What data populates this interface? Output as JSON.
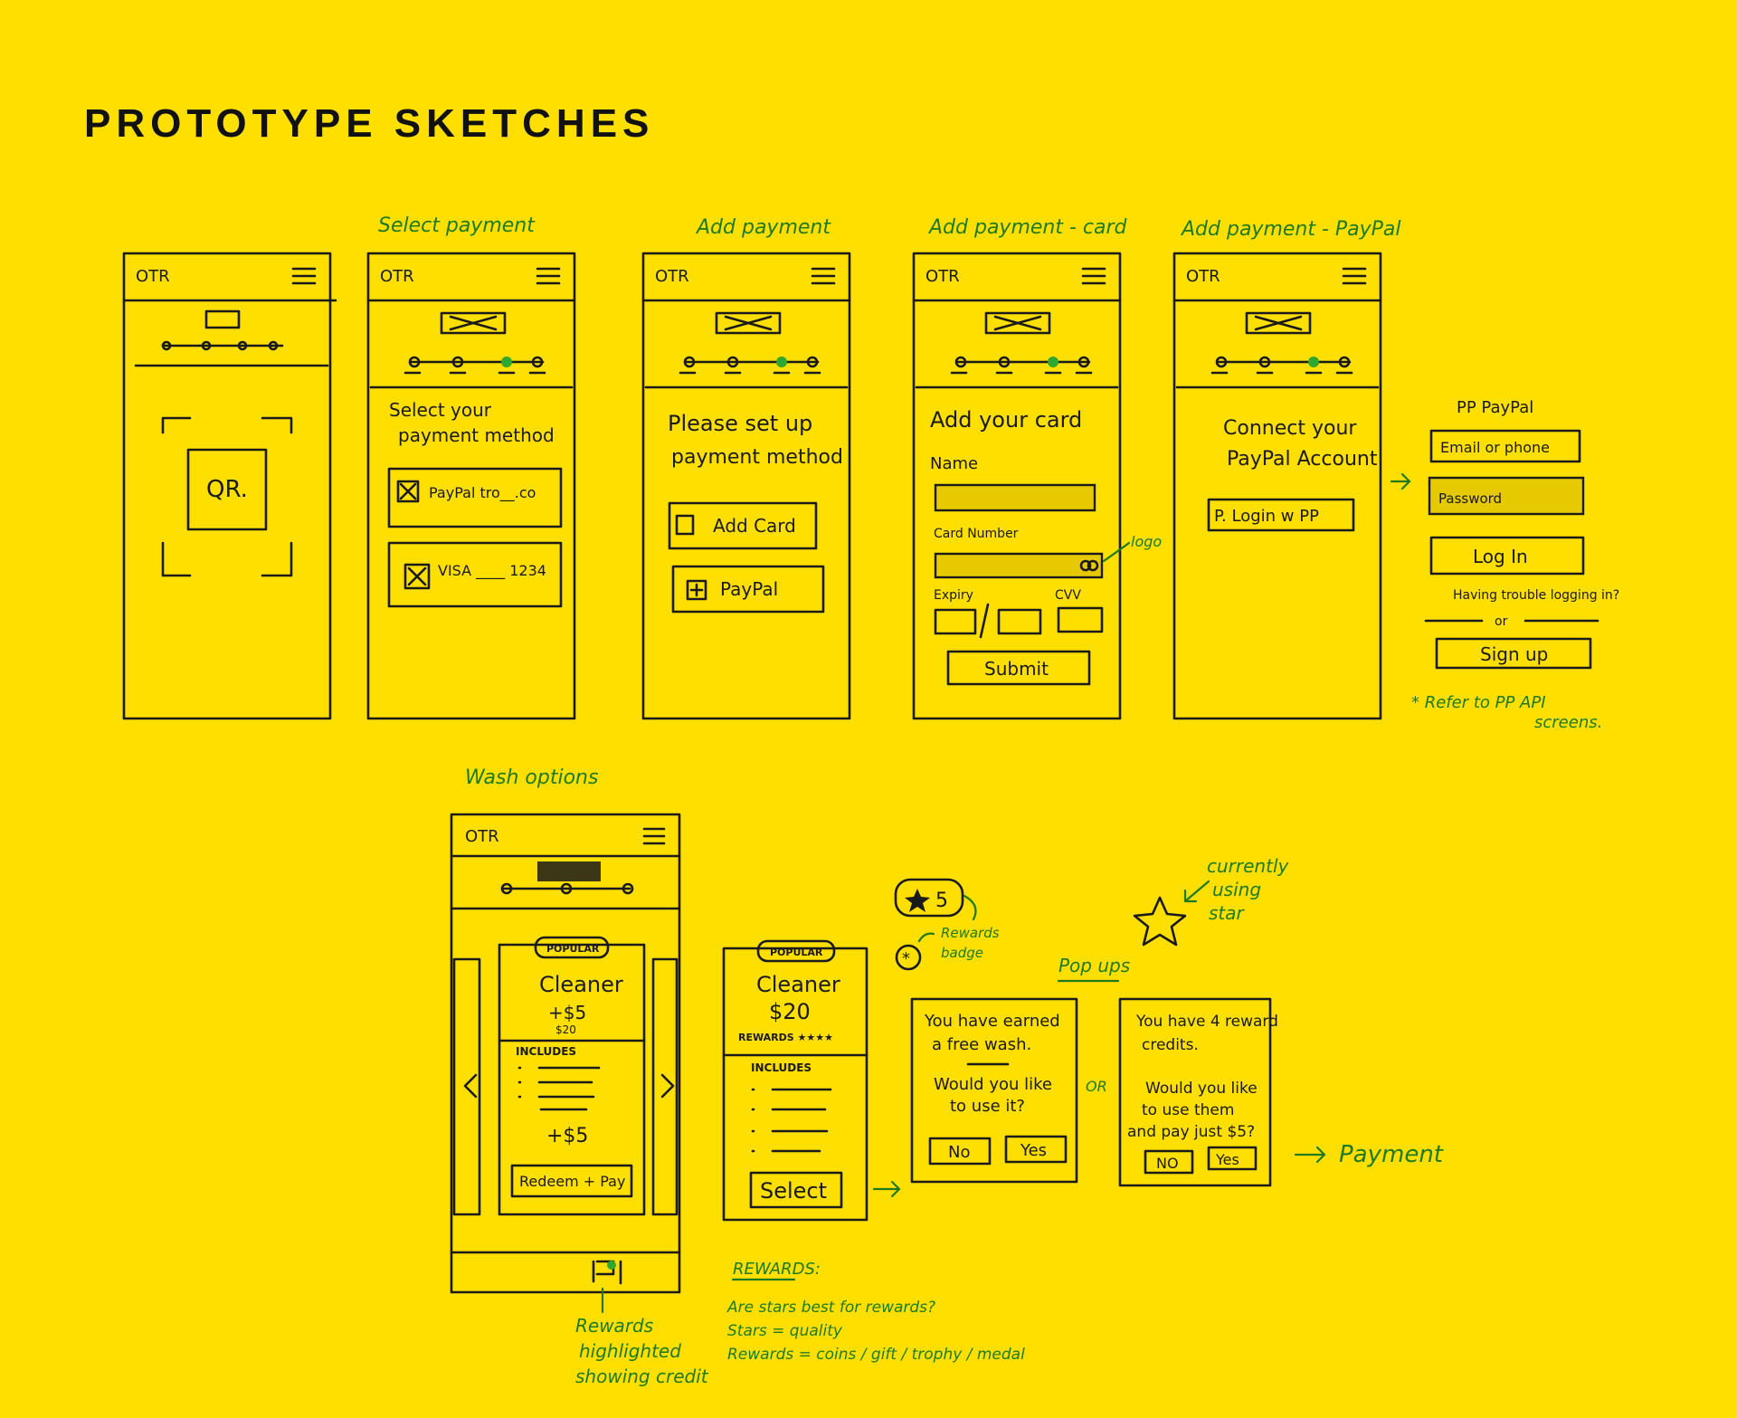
{
  "page": {
    "title": "PROTOTYPE SKETCHES"
  },
  "colors": {
    "background": "#FFDF00",
    "ink": "#1a1a1a",
    "annotation": "#1f7a1f",
    "progress_dot": "#2ea82e"
  },
  "brand": "OTR",
  "screens": {
    "qr": {
      "qr_label": "QR."
    },
    "select_payment": {
      "caption": "Select payment",
      "prompt_l1": "Select your",
      "prompt_l2": "payment method",
      "option1": "PayPal tro__.co",
      "option2": "VISA ____ 1234"
    },
    "add_payment": {
      "caption": "Add payment",
      "prompt_l1": "Please set up",
      "prompt_l2": "payment method",
      "btn_card": "Add Card",
      "btn_paypal": "PayPal"
    },
    "add_card": {
      "caption": "Add payment - card",
      "heading": "Add your card",
      "name_label": "Name",
      "number_label": "Card Number",
      "logo_note": "logo",
      "expiry_label": "Expiry",
      "cvv_label": "CVV",
      "submit": "Submit"
    },
    "add_paypal": {
      "caption": "Add payment - PayPal",
      "heading_l1": "Connect your",
      "heading_l2": "PayPal Account",
      "login_btn": "P. Login w PP"
    },
    "paypal_login": {
      "title": "PP PayPal",
      "email": "Email or phone",
      "password": "Password",
      "login": "Log In",
      "trouble": "Having trouble logging in?",
      "or": "or",
      "signup": "Sign up",
      "note_l1": "* Refer to PP API",
      "note_l2": "screens."
    },
    "wash_options": {
      "caption": "Wash options",
      "badge": "POPULAR",
      "title": "Cleaner",
      "price": "+$5",
      "price_small": "$20",
      "includes": "INCLUDES",
      "price_bottom": "+$5",
      "button": "Redeem + Pay",
      "rewards_note_l1": "Rewards",
      "rewards_note_l2": "highlighted",
      "rewards_note_l3": "showing credit"
    },
    "wash_alt": {
      "badge": "POPULAR",
      "title": "Cleaner",
      "price": "$20",
      "rewards": "REWARDS ★★★★",
      "includes": "INCLUDES",
      "button": "Select"
    },
    "rewards_badge": {
      "value": "5",
      "note_l1": "Rewards",
      "note_l2": "badge"
    },
    "star_note": {
      "l1": "currently",
      "l2": "using",
      "l3": "star"
    },
    "popups": {
      "label": "Pop ups",
      "p1_l1": "You have earned",
      "p1_l2": "a free wash.",
      "p1_q1": "Would you like",
      "p1_q2": "to use it?",
      "p1_no": "No",
      "p1_yes": "Yes",
      "or": "OR",
      "p2_l1": "You have 4 reward",
      "p2_l2": "credits.",
      "p2_q1": "Would you like",
      "p2_q2": "to use them",
      "p2_q3": "and pay just $5?",
      "p2_no": "NO",
      "p2_yes": "Yes",
      "payment_note": "Payment"
    },
    "rewards_notes": {
      "title": "REWARDS:",
      "l1": "Are stars best for rewards?",
      "l2": "Stars = quality",
      "l3": "Rewards = coins / gift / trophy / medal"
    }
  }
}
